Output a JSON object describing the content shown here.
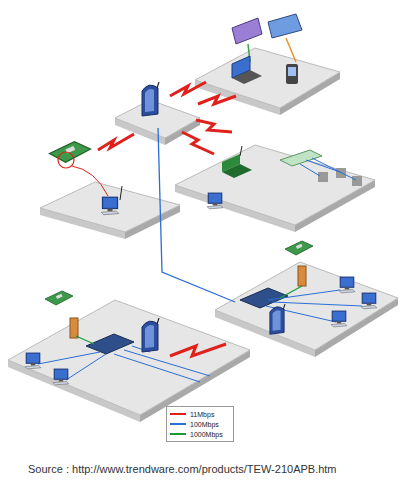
{
  "diagram": {
    "caption": "Source : http://www.trendware.com/products/TEW-210APB.htm",
    "legend": [
      {
        "text": "11Mbps"
      },
      {
        "text": "100Mbps"
      },
      {
        "text": "1000Mbps"
      }
    ]
  }
}
